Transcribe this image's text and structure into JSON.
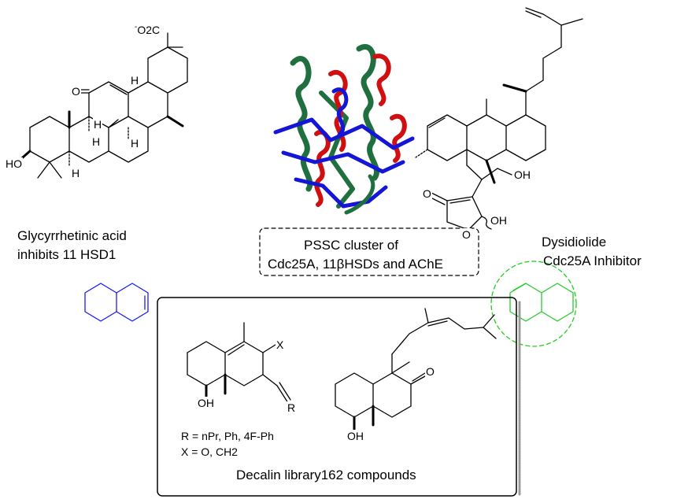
{
  "figure": {
    "glycyrrhetinic": {
      "name": "Glycyrrhetinic acid",
      "activity": "inhibits 11  HSD1",
      "atoms": {
        "carboxylate": "O2C",
        "charge": "-",
        "carbonyl_o": "O",
        "hydroxyl": "HO",
        "h1": "H",
        "h2": "H",
        "h3": "H",
        "h4": "H",
        "h5": "H"
      }
    },
    "protein": {
      "caption_line1": "PSSC cluster of",
      "caption_line2": "Cdc25A, 11βHSDs and AChE",
      "colors": {
        "green": "#1f6f3f",
        "red": "#d01010",
        "blue": "#1515d8"
      }
    },
    "dysidiolide": {
      "name": "Dysidiolide",
      "activity": "Cdc25A Inhibitor",
      "atoms": {
        "ring_o1": "O",
        "ring_o2": "O",
        "oh1": "OH",
        "oh2": "OH"
      }
    },
    "scaffold_colors": {
      "blue_decalin": "#1a1aff",
      "green_decalin": "#22cc22"
    },
    "library": {
      "caption": "Decalin library162 compounds",
      "r_line": "R = nPr, Ph, 4F-Ph",
      "x_line": "X = O, CH2",
      "atoms": {
        "x": "X",
        "r": "R",
        "oh_left": "OH",
        "oh_right": "OH",
        "ketone_o": "O"
      }
    }
  }
}
